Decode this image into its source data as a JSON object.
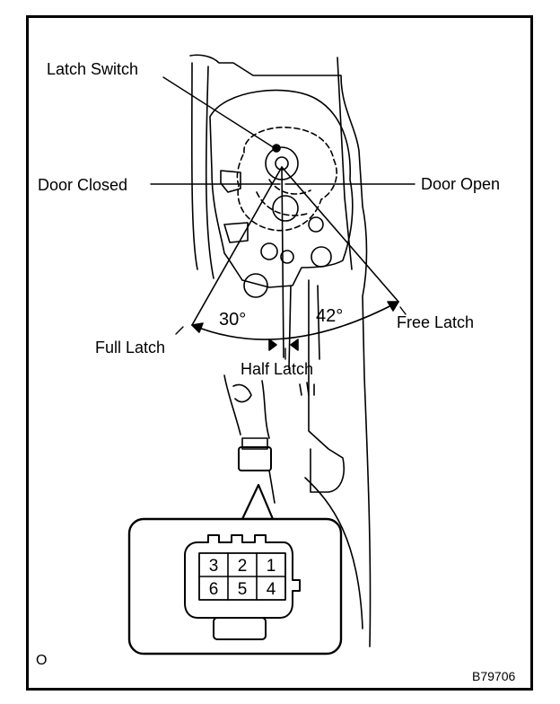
{
  "labels": {
    "latch_switch": "Latch Switch",
    "door_closed": "Door Closed",
    "door_open": "Door Open",
    "free_latch": "Free Latch",
    "full_latch": "Full Latch",
    "half_latch": "Half Latch"
  },
  "angles": {
    "left": "30°",
    "right": "42°"
  },
  "connector": {
    "top_row": [
      "3",
      "2",
      "1"
    ],
    "bottom_row": [
      "6",
      "5",
      "4"
    ]
  },
  "corner_mark": "O",
  "figure_id": "B79706"
}
